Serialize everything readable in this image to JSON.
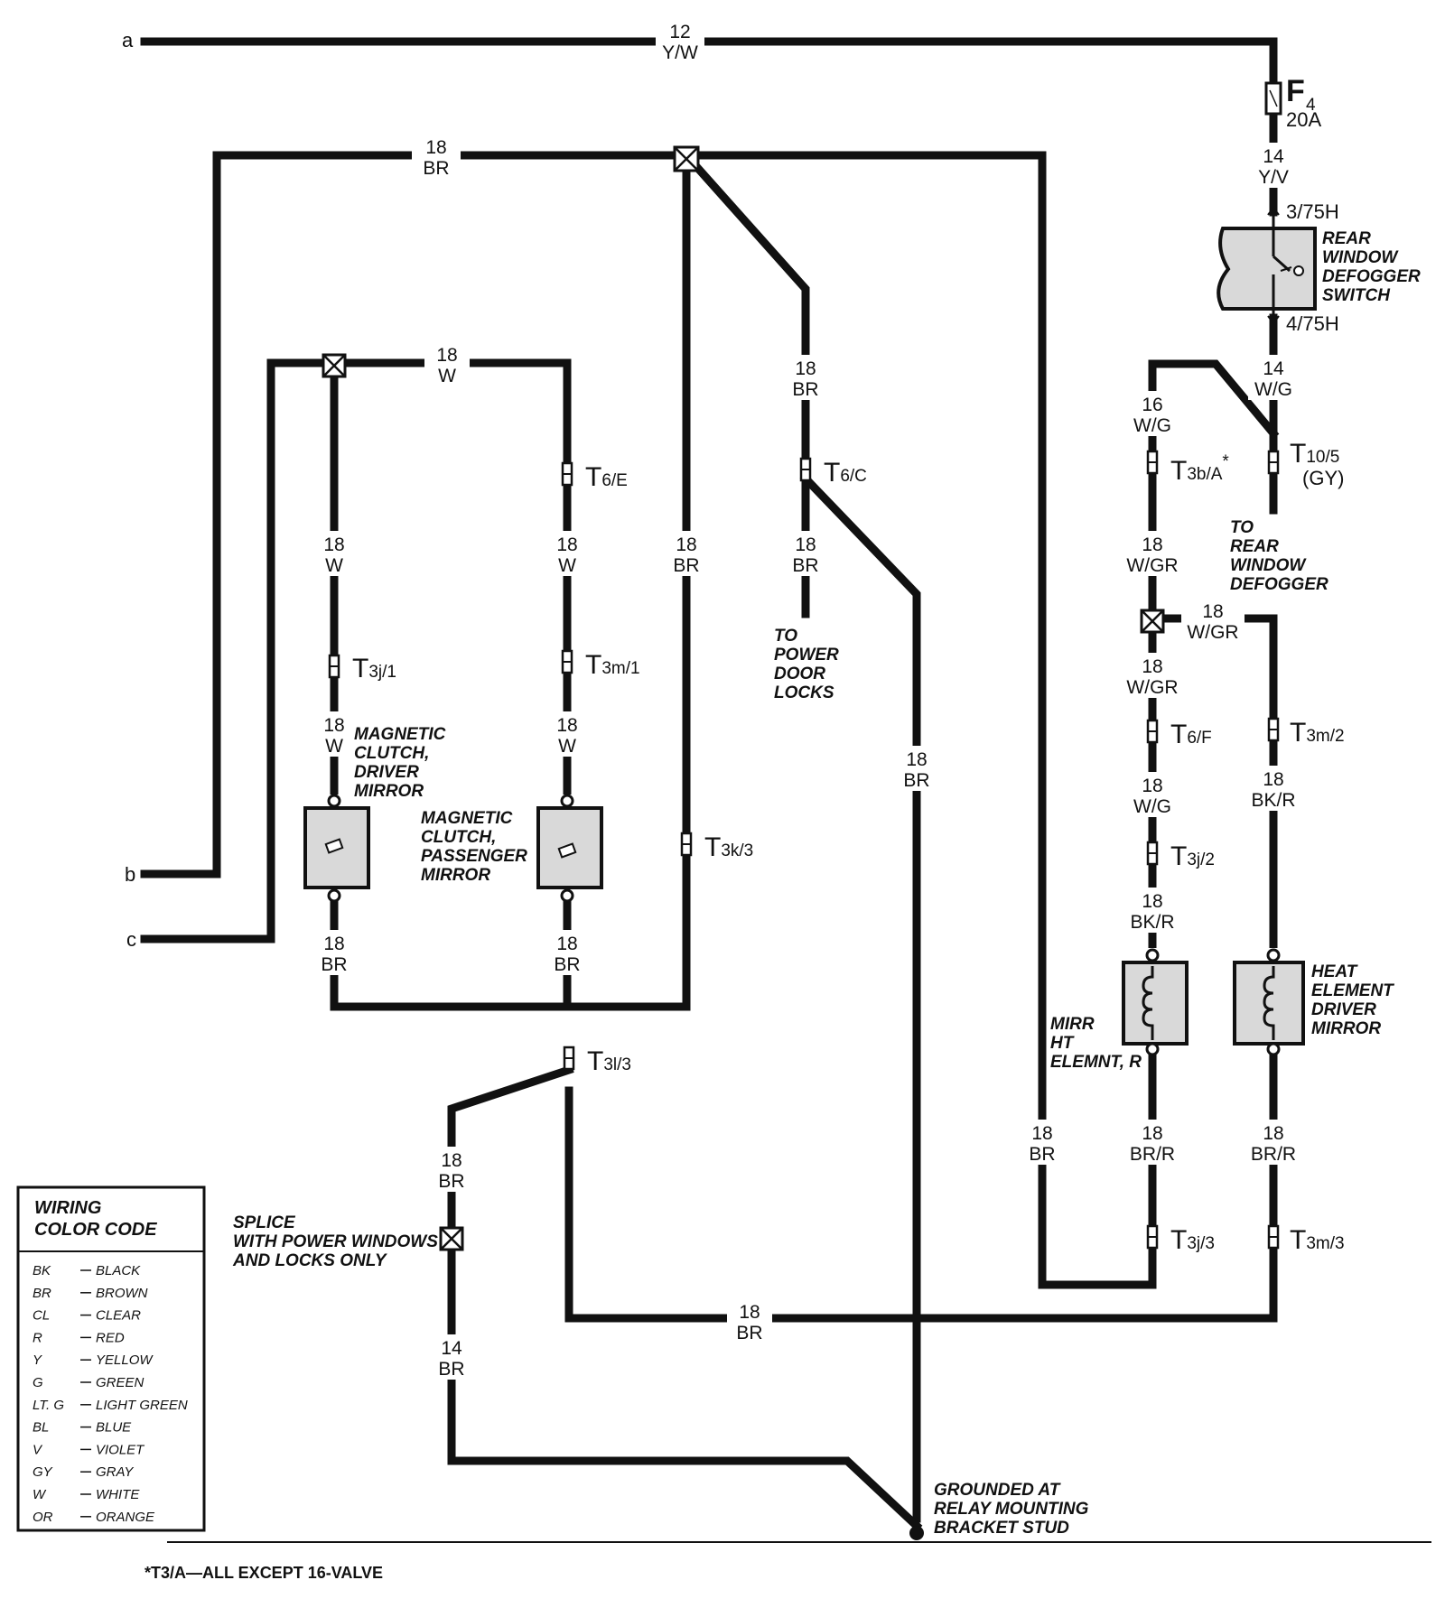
{
  "endpoints": {
    "a": "a",
    "b": "b",
    "c": "c"
  },
  "gauges": {
    "top_12": [
      "12",
      "Y/W"
    ],
    "top_18br": [
      "18",
      "BR"
    ],
    "f_out": [
      "14",
      "Y/V"
    ],
    "sw_out": [
      "14",
      "W/G"
    ],
    "w_top": [
      "18",
      "W"
    ],
    "drv_up": [
      "18",
      "W"
    ],
    "drv_mid": [
      "18",
      "W"
    ],
    "drv_bot": [
      "18",
      "BR"
    ],
    "pas_up": [
      "18",
      "W"
    ],
    "pas_mid": [
      "18",
      "W"
    ],
    "pas_bot": [
      "18",
      "BR"
    ],
    "x670": [
      "18",
      "BR"
    ],
    "diag_br": [
      "18",
      "BR"
    ],
    "locks_br": [
      "18",
      "BR"
    ],
    "x890": [
      "18",
      "BR"
    ],
    "wg16": [
      "16",
      "W/G"
    ],
    "wgr1": [
      "18",
      "W/GR"
    ],
    "wgr_br": [
      "18",
      "W/GR"
    ],
    "wgr2": [
      "18",
      "W/GR"
    ],
    "wg_low": [
      "18",
      "W/G"
    ],
    "bkr_l": [
      "18",
      "BK/R"
    ],
    "bkr_r": [
      "18",
      "BK/R"
    ],
    "x1015": [
      "18",
      "BR"
    ],
    "brr_l": [
      "18",
      "BR/R"
    ],
    "brr_r": [
      "18",
      "BR/R"
    ],
    "ground_bus": [
      "18",
      "BR"
    ],
    "splice_up": [
      "18",
      "BR"
    ],
    "splice_low": [
      "14",
      "BR"
    ]
  },
  "fuse": {
    "label": "F",
    "index": "4",
    "rating": "20A"
  },
  "connectors": {
    "t10": {
      "t": "T",
      "sub": "10/5",
      "extra": "(GY)"
    },
    "t3ba": {
      "t": "T",
      "sub": "3b/A",
      "star": "*"
    },
    "t6e": {
      "t": "T",
      "sub": "6/E"
    },
    "t6c": {
      "t": "T",
      "sub": "6/C"
    },
    "t3j1": {
      "t": "T",
      "sub": "3j/1"
    },
    "t3m1": {
      "t": "T",
      "sub": "3m/1"
    },
    "t3k3": {
      "t": "T",
      "sub": "3k/3"
    },
    "t3l3": {
      "t": "T",
      "sub": "3l/3"
    },
    "t6f": {
      "t": "T",
      "sub": "6/F"
    },
    "t3j2": {
      "t": "T",
      "sub": "3j/2"
    },
    "t3m2": {
      "t": "T",
      "sub": "3m/2"
    },
    "t3j3": {
      "t": "T",
      "sub": "3j/3"
    },
    "t3m3": {
      "t": "T",
      "sub": "3m/3"
    }
  },
  "terminals": {
    "sw_in": "3/75H",
    "sw_out": "4/75H"
  },
  "notes": {
    "defog_switch": [
      "REAR",
      "WINDOW",
      "DEFOGGER",
      "SWITCH"
    ],
    "to_defogger": [
      "TO",
      "REAR",
      "WINDOW",
      "DEFOGGER"
    ],
    "to_locks": [
      "TO",
      "POWER",
      "DOOR",
      "LOCKS"
    ],
    "clutch_driver": [
      "MAGNETIC",
      "CLUTCH,",
      "DRIVER",
      "MIRROR"
    ],
    "clutch_passenger": [
      "MAGNETIC",
      "CLUTCH,",
      "PASSENGER",
      "MIRROR"
    ],
    "mirr_ht": [
      "MIRR",
      "HT",
      "ELEMNT, R"
    ],
    "heat_driver": [
      "HEAT",
      "ELEMENT",
      "DRIVER",
      "MIRROR"
    ],
    "splice": [
      "SPLICE",
      "WITH POWER WINDOWS",
      "AND LOCKS ONLY"
    ],
    "ground": [
      "GROUNDED AT",
      "RELAY MOUNTING",
      "BRACKET STUD"
    ]
  },
  "footnote": "*T3/A—ALL EXCEPT 16-VALVE",
  "legend": {
    "title": [
      "WIRING",
      "COLOR CODE"
    ],
    "rows": [
      {
        "code": "BK",
        "name": "BLACK"
      },
      {
        "code": "BR",
        "name": "BROWN"
      },
      {
        "code": "CL",
        "name": "CLEAR"
      },
      {
        "code": "R",
        "name": "RED"
      },
      {
        "code": "Y",
        "name": "YELLOW"
      },
      {
        "code": "G",
        "name": "GREEN"
      },
      {
        "code": "LT. G",
        "name": "LIGHT GREEN"
      },
      {
        "code": "BL",
        "name": "BLUE"
      },
      {
        "code": "V",
        "name": "VIOLET"
      },
      {
        "code": "GY",
        "name": "GRAY"
      },
      {
        "code": "W",
        "name": "WHITE"
      },
      {
        "code": "OR",
        "name": "ORANGE"
      }
    ]
  }
}
